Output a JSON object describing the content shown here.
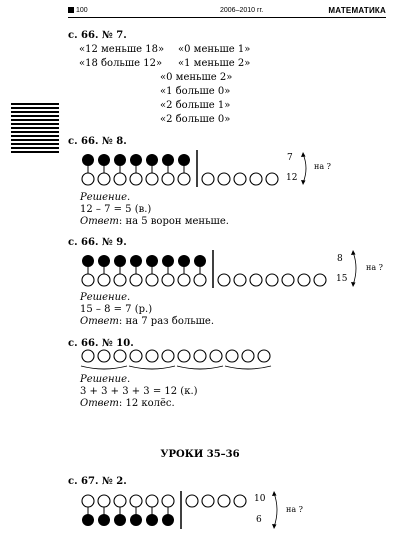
{
  "header": {
    "page": "100",
    "years": "2006–2010 гг.",
    "subject": "МАТЕМАТИКА"
  },
  "t7": {
    "title": "с. 66. № 7.",
    "r1a": "«12 меньше 18»",
    "r1b": "«0 меньше 1»",
    "r2a": "«18 больше 12»",
    "r2b": "«1 меньше 2»",
    "r3": "«0 меньше 2»",
    "r4": "«1 больше 0»",
    "r5": "«2 больше 1»",
    "r6": "«2 больше 0»"
  },
  "t8": {
    "title": "с. 66. № 8.",
    "top": "7",
    "bottom": "12",
    "question": "на ?",
    "sol_label": "Решение.",
    "sol": "12 – 7 = 5 (в.)",
    "ans_label": "Ответ",
    "ans": ": на 5 ворон меньше."
  },
  "t9": {
    "title": "с. 66. № 9.",
    "top": "8",
    "bottom": "15",
    "question": "на ?",
    "sol_label": "Решение.",
    "sol": "15 – 8 = 7 (р.)",
    "ans_label": "Ответ",
    "ans": ": на 7 раз больше."
  },
  "t10": {
    "title": "с. 66. № 10.",
    "sol_label": "Решение.",
    "sol": "3 + 3 + 3 + 3 = 12 (к.)",
    "ans_label": "Ответ",
    "ans": ": 12 колёс."
  },
  "lessons": "УРОКИ 35–36",
  "t67": {
    "title": "с. 67. № 2.",
    "top": "10",
    "bottom": "6",
    "question": "на ?"
  }
}
